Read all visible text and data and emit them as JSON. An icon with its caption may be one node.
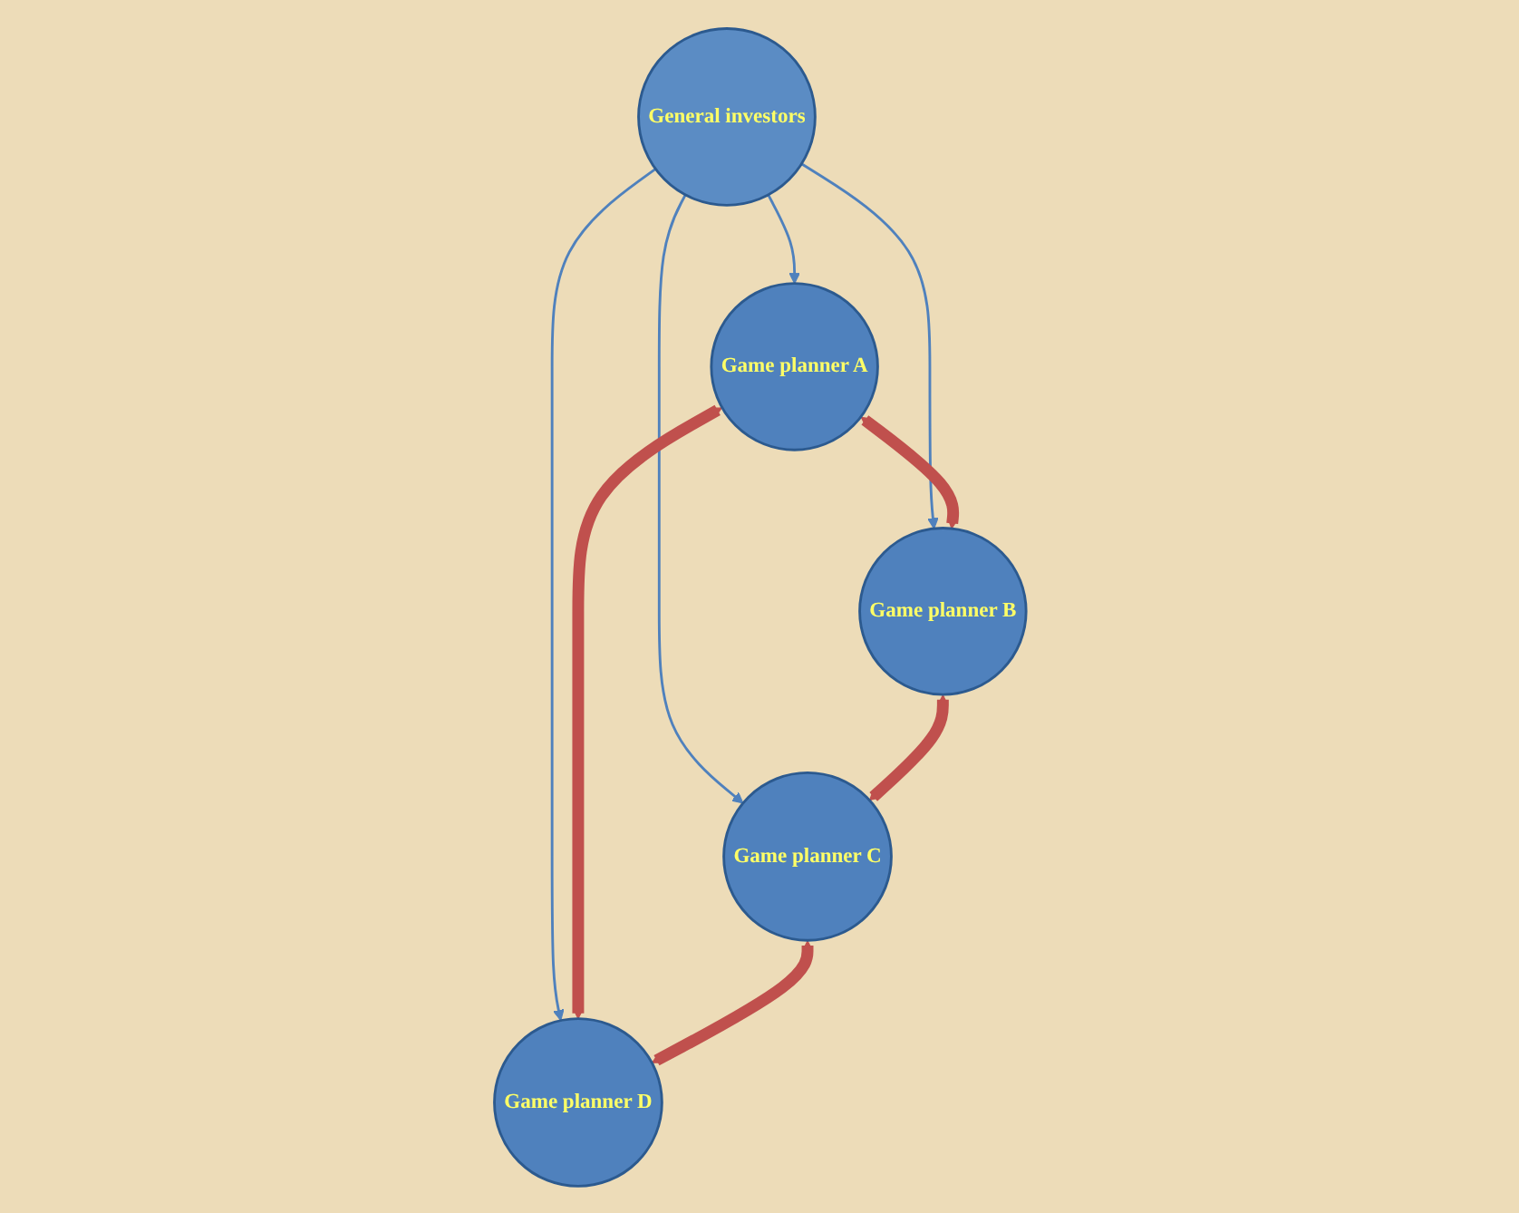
{
  "diagram": {
    "nodes": [
      {
        "text": [
          "Game planner A"
        ]
      },
      {
        "text": [
          "Game planner B"
        ]
      },
      {
        "text": [
          "General investors"
        ]
      },
      {
        "text": [
          "Game planner D"
        ]
      },
      {
        "text": [
          "Game planner C"
        ]
      }
    ],
    "edges": [
      {
        "from": 2,
        "to": 0,
        "arrow": "to"
      },
      {
        "from": 2,
        "to": 1,
        "arrow": "to"
      },
      {
        "from": 2,
        "to": 3,
        "arrow": "to"
      },
      {
        "from": 2,
        "to": 4,
        "arrow": "to"
      },
      {
        "from": 0,
        "to": 1,
        "arrow": "both",
        "style": "thick",
        "color": "#c0504d"
      },
      {
        "from": 0,
        "to": 3,
        "arrow": "both",
        "style": "thick",
        "color": "#c0504d"
      },
      {
        "from": 1,
        "to": 4,
        "arrow": "both",
        "style": "thick",
        "color": "#c0504d"
      },
      {
        "from": 4,
        "to": 3,
        "arrow": "both",
        "style": "thick",
        "color": "#c0504d"
      }
    ]
  }
}
